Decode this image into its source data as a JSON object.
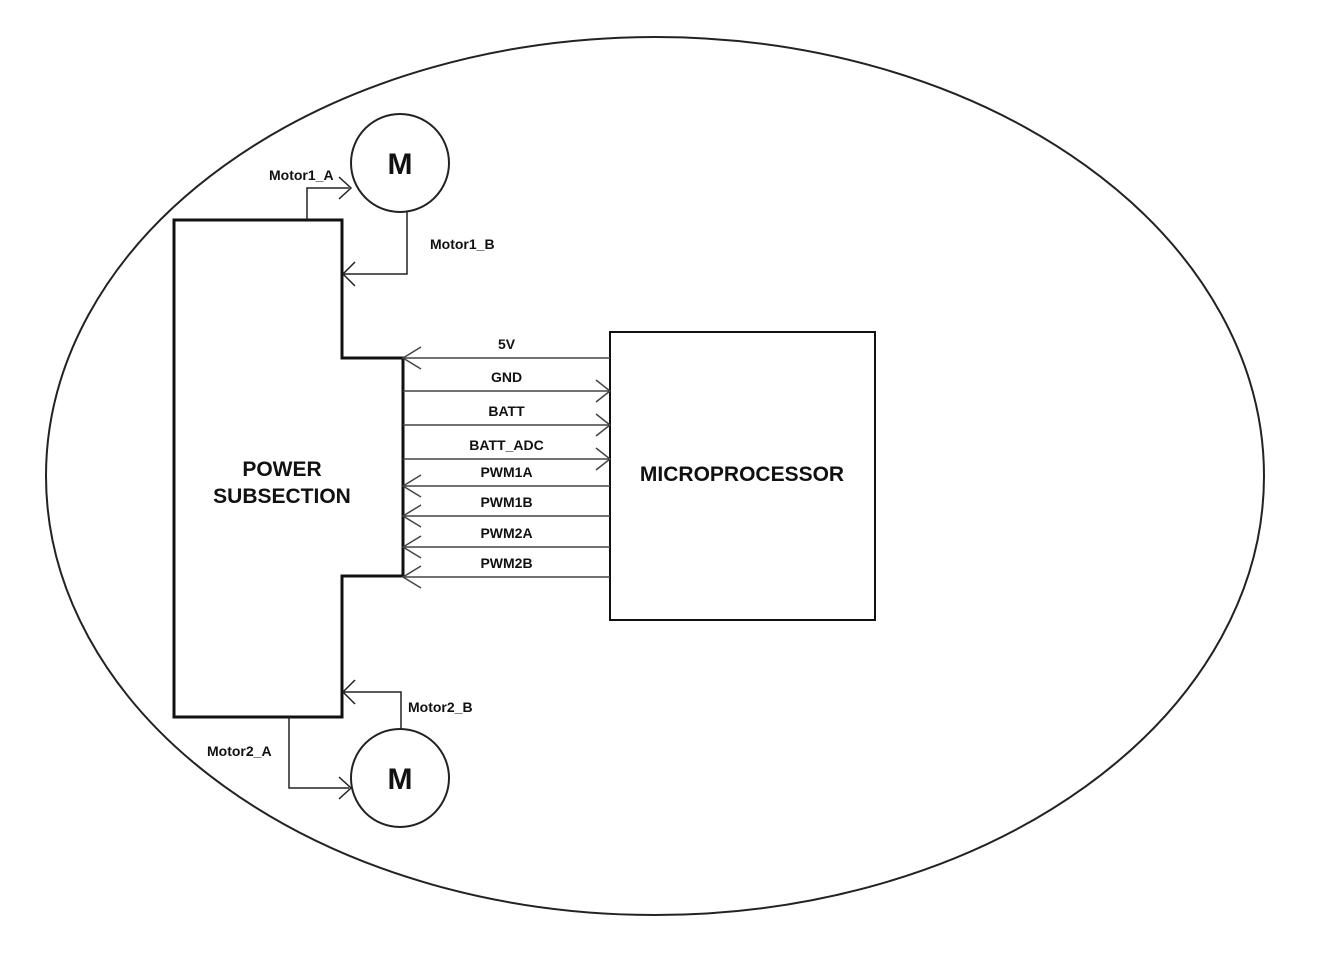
{
  "diagram": {
    "power_block": {
      "line1": "POWER",
      "line2": "SUBSECTION"
    },
    "micro_block": {
      "label": "MICROPROCESSOR"
    },
    "motor_symbol": "M",
    "motor_labels": {
      "motor1_a": "Motor1_A",
      "motor1_b": "Motor1_B",
      "motor2_a": "Motor2_A",
      "motor2_b": "Motor2_B"
    },
    "signals": [
      {
        "name": "5V",
        "direction": "to-power"
      },
      {
        "name": "GND",
        "direction": "to-micro"
      },
      {
        "name": "BATT",
        "direction": "to-micro"
      },
      {
        "name": "BATT_ADC",
        "direction": "to-micro"
      },
      {
        "name": "PWM1A",
        "direction": "to-power"
      },
      {
        "name": "PWM1B",
        "direction": "to-power"
      },
      {
        "name": "PWM2A",
        "direction": "to-power"
      },
      {
        "name": "PWM2B",
        "direction": "to-power"
      }
    ]
  }
}
